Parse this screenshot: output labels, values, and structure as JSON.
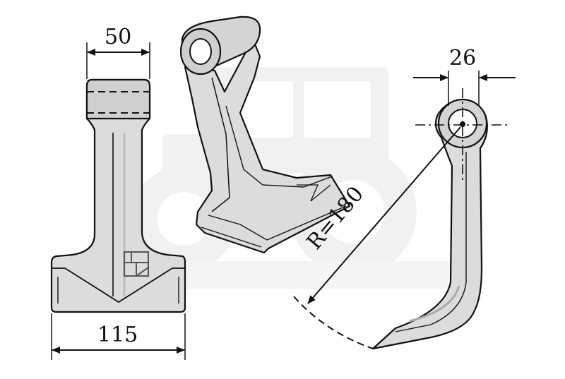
{
  "dimensions": {
    "top_width": "50",
    "bottom_width": "115",
    "bore_width": "26",
    "radius": "R=180"
  },
  "colors": {
    "blade_fill": "#dcdcdc",
    "blade_shade": "#c4c4c4",
    "outline": "#111111",
    "watermark": "#f0f0f0",
    "background": "#ffffff"
  },
  "icons": {
    "watermark": "tractor-watermark-icon",
    "logo": "brand-logo-icon"
  }
}
